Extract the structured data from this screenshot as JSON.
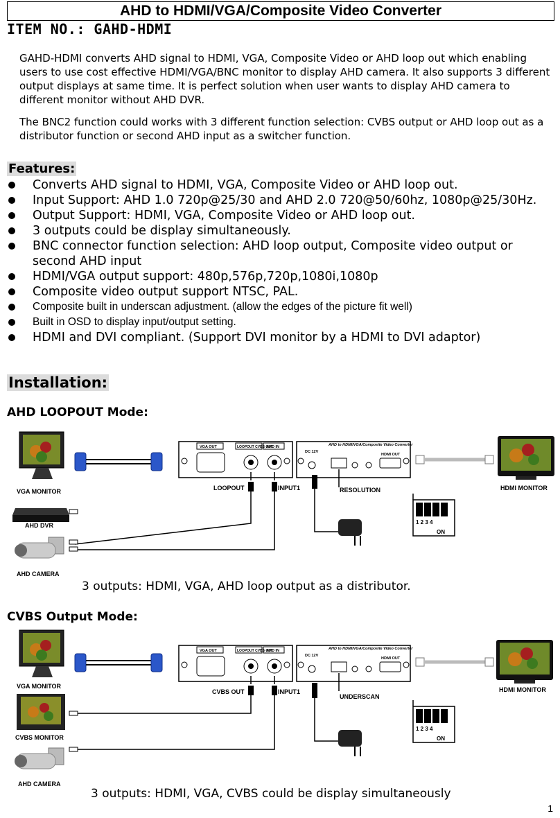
{
  "title": "AHD to HDMI/VGA/Composite Video Converter",
  "item_no": "ITEM NO.:   GAHD-HDMI",
  "intro": {
    "p1": "GAHD-HDMI converts AHD signal to HDMI, VGA, Composite Video or AHD loop out which enabling users to use cost effective HDMI/VGA/BNC monitor to display AHD camera. It also supports 3 different output displays at same time. It is perfect solution when user wants to display AHD camera to different monitor without AHD DVR.",
    "p2": "The BNC2 function could works with 3 different function selection: CVBS output or AHD loop out as a distributor function or second AHD input as a switcher function."
  },
  "features_heading": "Features:",
  "features": [
    " Converts AHD signal to HDMI, VGA, Composite Video or AHD loop out.",
    "Input Support: AHD 1.0 720p@25/30 and AHD 2.0 720@50/60hz, 1080p@25/30Hz.",
    "Output Support: HDMI, VGA, Composite Video or AHD loop out.",
    "3 outputs could be display simultaneously.",
    "BNC connector function selection: AHD loop output, Composite video output or second AHD input",
    "HDMI/VGA output support: 480p,576p,720p,1080i,1080p",
    "Composite video output support NTSC, PAL.",
    "Composite built in underscan adjustment. (allow the edges of the picture fit well)",
    "Built in OSD to display input/output setting.",
    "HDMI and DVI compliant. (Support DVI monitor by a HDMI to DVI adaptor)"
  ],
  "installation_heading": "Installation:",
  "mode1": {
    "heading": "AHD LOOPOUT Mode:",
    "vga_monitor": "VGA MONITOR",
    "dvr": "AHD DVR",
    "camera": "AHD CAMERA",
    "hdmi_monitor": "HDMI MONITOR",
    "vga_out": "VGA OUT",
    "loopout_cvbs": "LOOPOUT CVBS OUT",
    "ahd_in": "AHD IN",
    "device_title": "AHD to HDMI/VGA/Composite Video Converter",
    "dc": "DC 12V",
    "hdmi_out": "HDMI OUT",
    "port_label": "LOOPOUT",
    "input_label": "INPUT1",
    "button_label": "RESOLUTION",
    "dip": "1 2 3 4",
    "on": "ON",
    "caption": "3 outputs: HDMI, VGA, AHD loop output as a distributor."
  },
  "mode2": {
    "heading": "CVBS Output Mode:",
    "vga_monitor": "VGA MONITOR",
    "cvbs_monitor": "CVBS MONITOR",
    "camera": "AHD CAMERA",
    "hdmi_monitor": "HDMI MONITOR",
    "vga_out": "VGA OUT",
    "loopout_cvbs": "LOOPOUT CVBS OUT",
    "ahd_in": "AHD IN",
    "device_title": "AHD to HDMI/VGA/Composite Video Converter",
    "dc": "DC 12V",
    "hdmi_out": "HDMI OUT",
    "port_label": "CVBS OUT",
    "input_label": "INPUT1",
    "button_label": "UNDERSCAN",
    "dip": "1 2 3 4",
    "on": "ON",
    "caption": "3 outputs: HDMI, VGA, CVBS could be display simultaneously"
  },
  "page_number": "1"
}
